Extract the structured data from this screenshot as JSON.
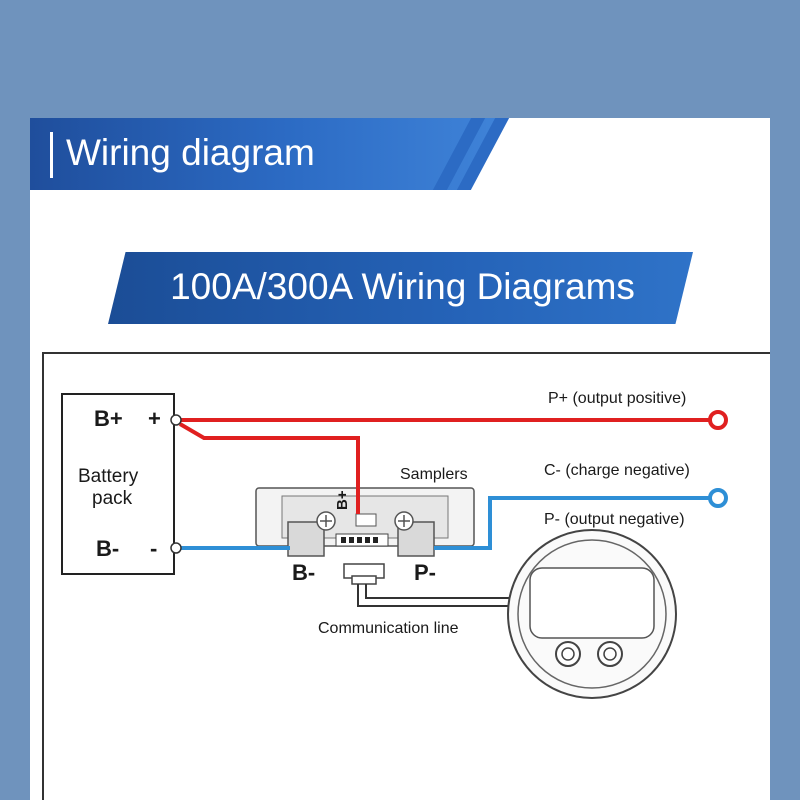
{
  "header": {
    "title": "Wiring diagram"
  },
  "banner": {
    "title": "100A/300A Wiring Diagrams"
  },
  "diagram": {
    "battery": {
      "label_line1": "Battery",
      "label_line2": "pack",
      "bplus": "B+",
      "plus": "+",
      "bminus": "B-",
      "minus": "-"
    },
    "shunt": {
      "title": "Samplers",
      "bminus": "B-",
      "pminus": "P-",
      "bplus_tag": "B+"
    },
    "outputs": {
      "p_plus": "P+ (output positive)",
      "c_minus": "C- (charge negative)",
      "p_minus": "P- (output negative)"
    },
    "comm": "Communication line",
    "colors": {
      "positive": "#e02020",
      "negative": "#2e8fd6",
      "comm": "#333333"
    }
  }
}
